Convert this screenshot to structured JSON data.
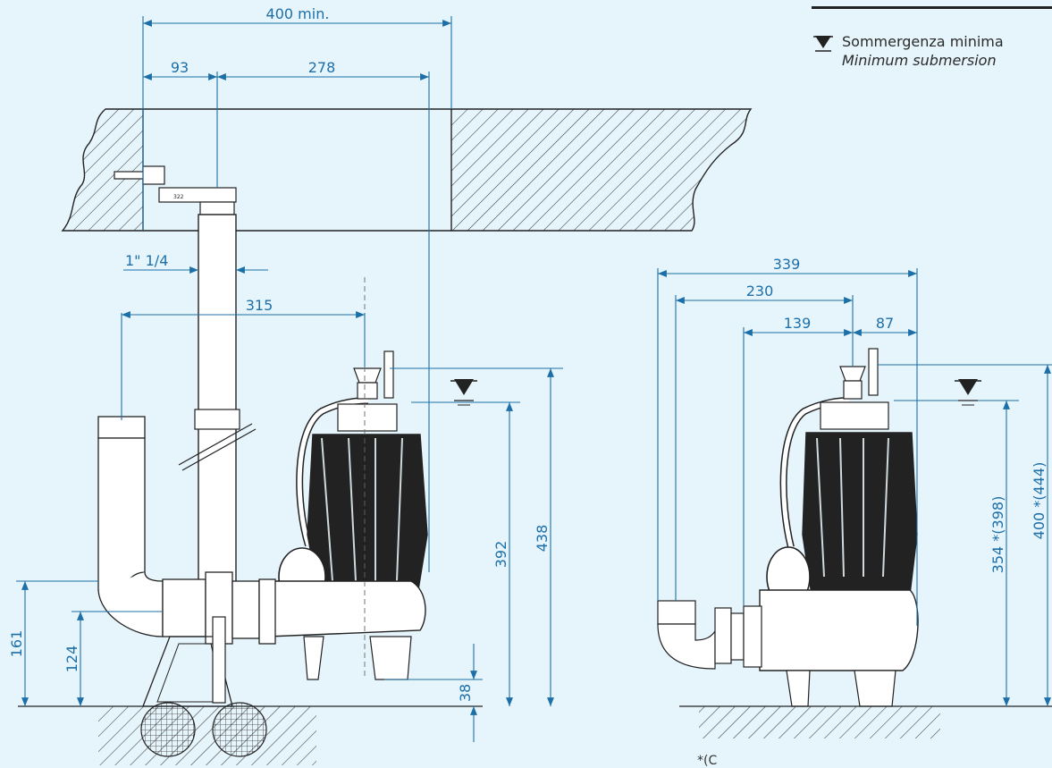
{
  "legend": {
    "label": "Sommergenza minima",
    "label_en": "Minimum submersion",
    "icon": "water-level-icon"
  },
  "footnote": "*(C",
  "colors": {
    "background": "#e6f5fc",
    "dimension": "#1d6fa8",
    "drawing": "#2a2a2a",
    "ground_hatch": "#3a3a3a"
  },
  "left_view": {
    "dimensions": {
      "overall_width": "400 min.",
      "left_offset": "93",
      "right_offset": "278",
      "pipe_thread": "1\" 1/4",
      "discharge_offset": "315",
      "float_height": "392",
      "total_height": "438",
      "outlet_height": "161",
      "foot_outlet_height": "124",
      "base_clearance": "38"
    },
    "bracket_mark": "322"
  },
  "right_view": {
    "dimensions": {
      "overall_width": "339",
      "outlet_to_axis": "230",
      "body_to_axis": "139",
      "axis_to_side": "87",
      "float_height": "354 *(398)",
      "total_height": "400 *(444)"
    }
  }
}
